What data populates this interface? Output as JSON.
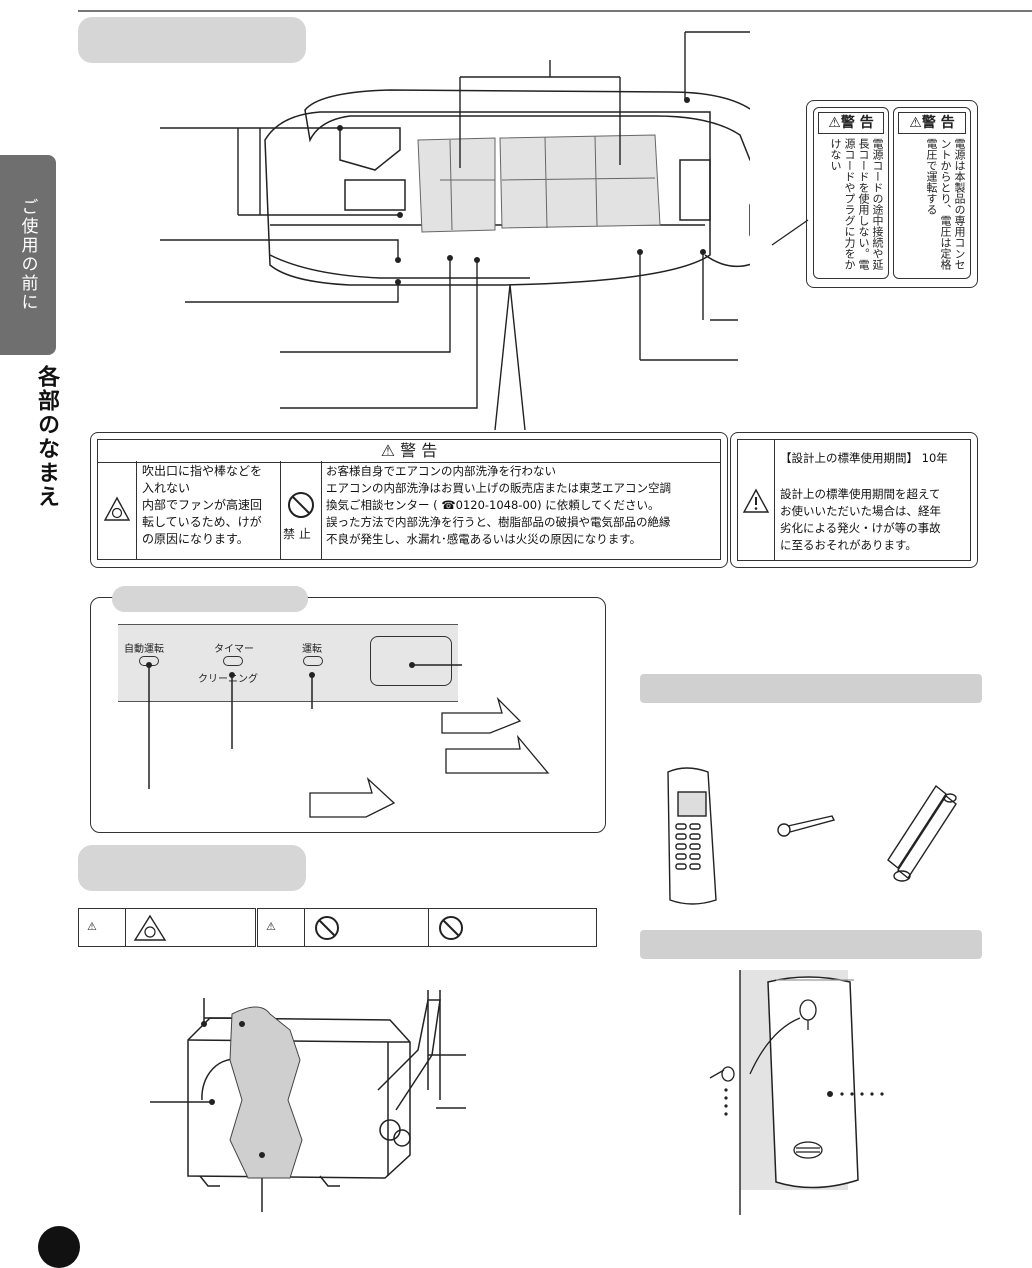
{
  "side_tab": "ご使用の前に",
  "side_title": "各部のなまえ",
  "main_warning": {
    "title": "警 告",
    "left_text": [
      "吹出口に指や棒などを",
      "入れない",
      "内部でファンが高速回",
      "転しているため、けが",
      "の原因になります。"
    ],
    "prohibit_label": "禁 止",
    "right_text": [
      "お客様自身でエアコンの内部洗浄を行わない",
      "エアコンの内部洗浄はお買い上げの販売店または東芝エアコン空調",
      "換気ご相談センター ( ☎0120-1048-00) に依頼してください。",
      "誤った方法で内部洗浄を行うと、樹脂部品の破損や電気部品の絶縁",
      "不良が発生し、水漏れ･感電あるいは火災の原因になります。"
    ]
  },
  "period_box": {
    "title": "【設計上の標準使用期間】 10年",
    "text": [
      "設計上の標準使用期間を超えて",
      "お使いいただいた場合は、経年",
      "劣化による発火・けが等の事故",
      "に至るおそれがあります。"
    ]
  },
  "plug_warnings": [
    {
      "title": "警 告",
      "text": "電源は本製品の専用コンセントからとり、電圧は定格電圧で運転する"
    },
    {
      "title": "警 告",
      "text": "電源コードの途中接続や延長コードを使用しない。電源コードやプラグに力をかけない"
    }
  ],
  "panel_buttons": {
    "auto": "自動運転",
    "timer": "タイマー",
    "cleaning": "クリーニング",
    "run": "運転"
  },
  "icons": {
    "warning": "warning-triangle-icon",
    "prohibit": "prohibit-icon",
    "fan_hazard": "fan-hazard-icon"
  },
  "colors": {
    "section_bar": "#d0d0d0",
    "side_tab": "#6f6f6f"
  }
}
